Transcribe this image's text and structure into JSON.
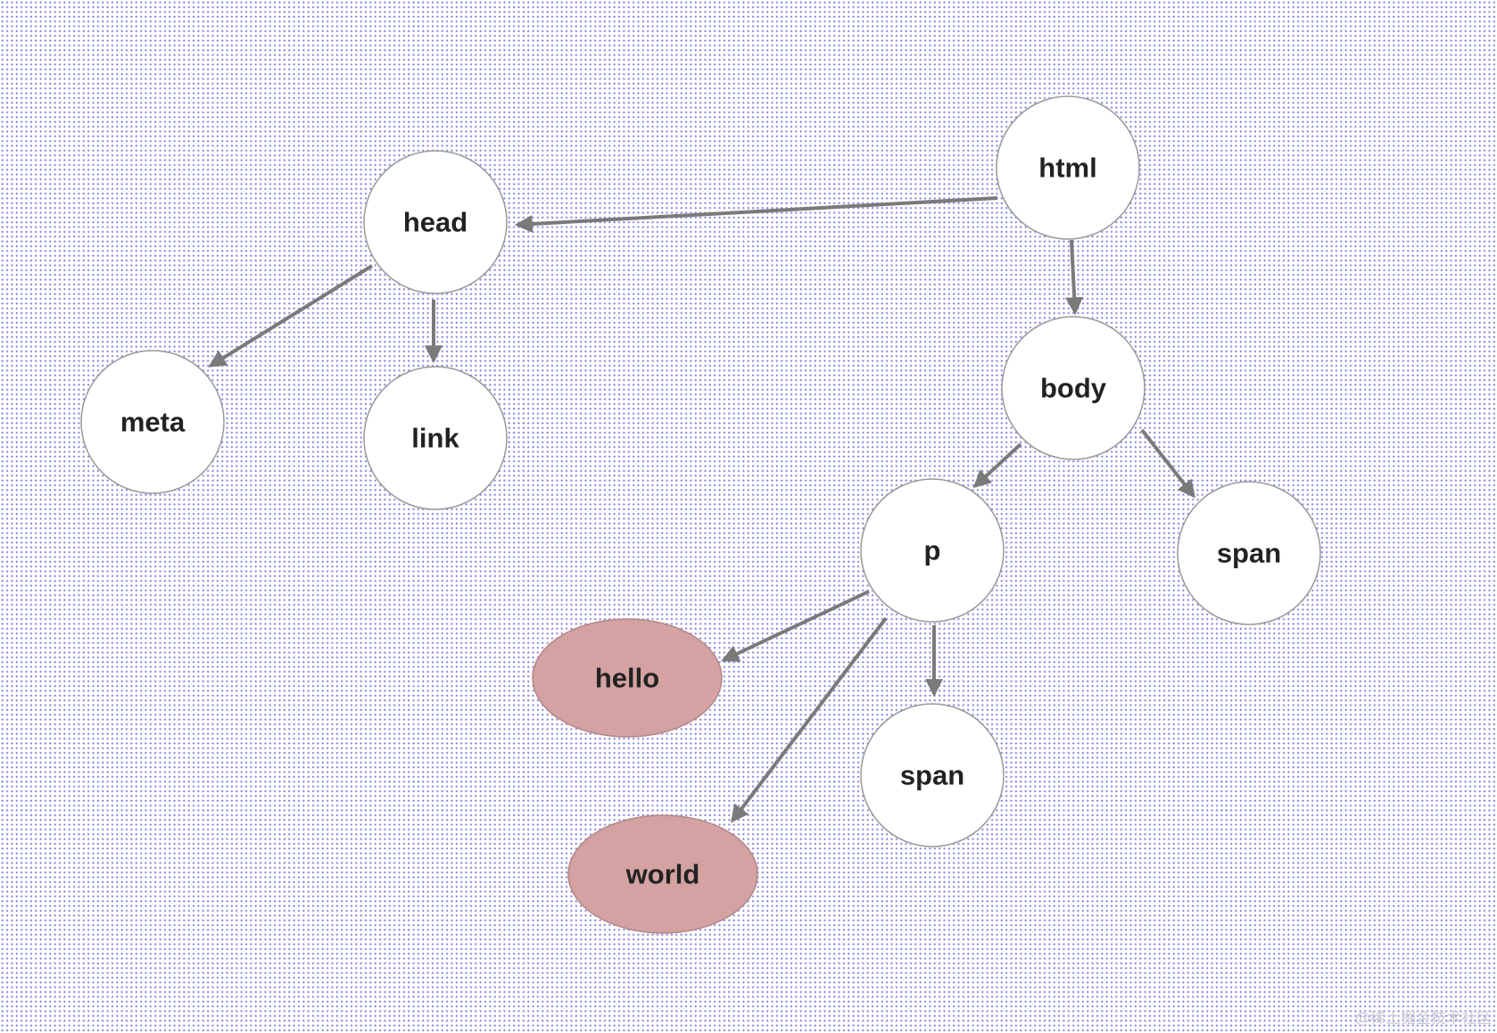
{
  "diagram": {
    "type": "tree",
    "colors": {
      "element_fill": "#ffffff",
      "element_stroke": "#9a9a9a",
      "text_node_fill": "#d4a2a2",
      "text_node_stroke": "#b48787",
      "edge": "#7a7a7a",
      "label": "#222222"
    },
    "nodes": [
      {
        "id": "html",
        "label": "html",
        "kind": "element"
      },
      {
        "id": "head",
        "label": "head",
        "kind": "element"
      },
      {
        "id": "body",
        "label": "body",
        "kind": "element"
      },
      {
        "id": "meta",
        "label": "meta",
        "kind": "element"
      },
      {
        "id": "link",
        "label": "link",
        "kind": "element"
      },
      {
        "id": "p",
        "label": "p",
        "kind": "element"
      },
      {
        "id": "span1",
        "label": "span",
        "kind": "element"
      },
      {
        "id": "span2",
        "label": "span",
        "kind": "element"
      },
      {
        "id": "hello",
        "label": "hello",
        "kind": "text"
      },
      {
        "id": "world",
        "label": "world",
        "kind": "text"
      }
    ],
    "edges": [
      {
        "from": "html",
        "to": "head"
      },
      {
        "from": "html",
        "to": "body"
      },
      {
        "from": "head",
        "to": "meta"
      },
      {
        "from": "head",
        "to": "link"
      },
      {
        "from": "body",
        "to": "p"
      },
      {
        "from": "body",
        "to": "span1"
      },
      {
        "from": "p",
        "to": "hello"
      },
      {
        "from": "p",
        "to": "world"
      },
      {
        "from": "p",
        "to": "span2"
      }
    ]
  },
  "watermark": "@稀土掘金技术社区"
}
